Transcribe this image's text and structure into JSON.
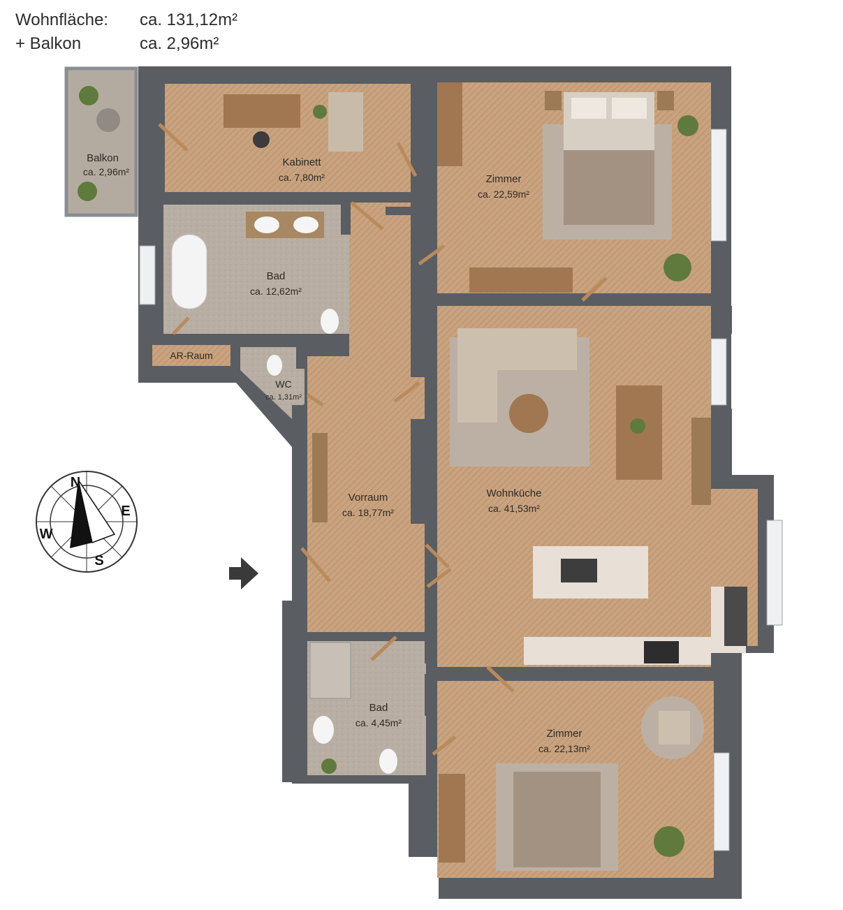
{
  "summary": {
    "area_label": "Wohnfläche:",
    "area_value": "ca. 131,12m²",
    "balcony_label": "+ Balkon",
    "balcony_value": "ca. 2,96m²"
  },
  "rooms": {
    "balkon": {
      "name": "Balkon",
      "area": "ca. 2,96m²"
    },
    "kabinett": {
      "name": "Kabinett",
      "area": "ca. 7,80m²"
    },
    "zimmer1": {
      "name": "Zimmer",
      "area": "ca. 22,59m²"
    },
    "bad1": {
      "name": "Bad",
      "area": "ca. 12,62m²"
    },
    "ar": {
      "name": "AR-Raum"
    },
    "wc": {
      "name": "WC",
      "area": "ca. 1,31m²"
    },
    "vorraum": {
      "name": "Vorraum",
      "area": "ca. 18,77m²"
    },
    "wohnkueche": {
      "name": "Wohnküche",
      "area": "ca. 41,53m²"
    },
    "bad2": {
      "name": "Bad",
      "area": "ca. 4,45m²"
    },
    "zimmer2": {
      "name": "Zimmer",
      "area": "ca. 22,13m²"
    }
  },
  "compass": {
    "n": "N",
    "e": "E",
    "s": "S",
    "w": "W"
  },
  "colors": {
    "wall": "#5a5d62",
    "floor": "#c8a27e",
    "tile": "#b7ada1",
    "rug": "#bcb0a4"
  }
}
